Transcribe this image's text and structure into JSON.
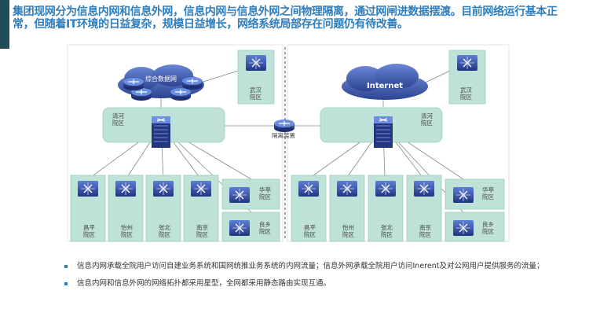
{
  "heading": "集团现网分为信息内网和信息外网，信息内网与信息外网之间物理隔离，通过网闸进数据摆渡。目前网络运行基本正常，但随着IT环境的日益复杂，规模日益增长，网络系统局部存在问题仍有待改善。",
  "diagram": {
    "left_cloud": "综合数据网",
    "right_cloud": "Internet",
    "gateway": "隔离装置",
    "left_core": [
      "清河",
      "院区"
    ],
    "right_core": [
      "清河",
      "院区"
    ],
    "left_wuhan": [
      "武汉",
      "院区"
    ],
    "right_wuhan": [
      "武汉",
      "院区"
    ],
    "left_branches": [
      [
        "昌平",
        "院区"
      ],
      [
        "怡州",
        "院区"
      ],
      [
        "张北",
        "院区"
      ],
      [
        "南京",
        "院区"
      ]
    ],
    "right_branches": [
      [
        "昌平",
        "院区"
      ],
      [
        "怡州",
        "院区"
      ],
      [
        "张北",
        "院区"
      ],
      [
        "南京",
        "院区"
      ]
    ],
    "left_side": [
      [
        "华亭",
        "院区"
      ],
      [
        "良乡",
        "院区"
      ]
    ],
    "right_side": [
      [
        "华亭",
        "院区"
      ],
      [
        "良乡",
        "院区"
      ]
    ]
  },
  "bullets": [
    "信息内网承载全院用户访问自建业务系统和国网统推业务系统的内网流量；信息外网承载全院用户访问Inerent及对公网用户提供服务的流量；",
    "信息内网和信息外网的网络拓扑都采用星型，全网都采用静态路由实现互通。"
  ],
  "colors": {
    "accent": "#1f4e5a",
    "heading": "#2e7dbc",
    "panel": "#bfe2d8",
    "cloud": "#3f5aa8"
  }
}
